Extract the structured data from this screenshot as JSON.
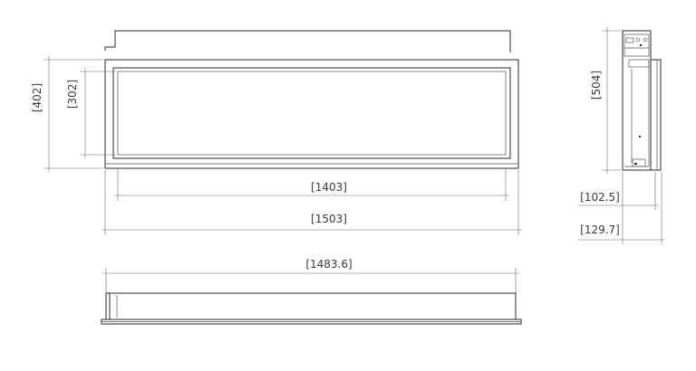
{
  "dimensions": {
    "height_outer": "[402]",
    "height_inner": "[302]",
    "width_inner": "[1403]",
    "width_outer": "[1503]",
    "width_top": "[1483.6]",
    "side_height": "[504]",
    "depth_1": "[102.5]",
    "depth_2": "[129.7]"
  }
}
